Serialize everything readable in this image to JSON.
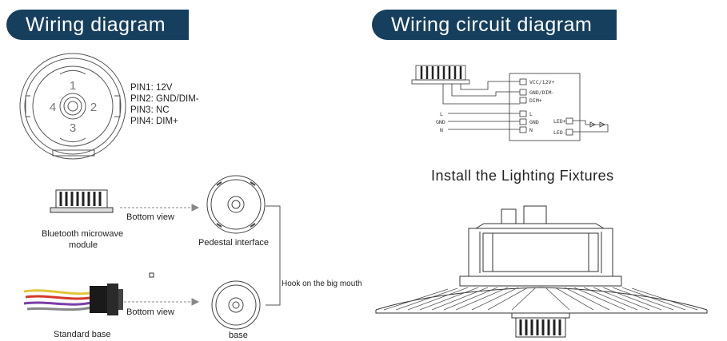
{
  "headers": {
    "left": "Wiring diagram",
    "right": "Wiring circuit diagram"
  },
  "pins": [
    "PIN1: 12V",
    "PIN2: GND/DIM-",
    "PIN3: NC",
    "PIN4: DIM+"
  ],
  "connector_numbers": [
    "1",
    "2",
    "3",
    "4"
  ],
  "labels": {
    "bottom_view_1": "Bottom view",
    "bottom_view_2": "Bottom view",
    "bluetooth_module": "Bluetooth microwave",
    "bluetooth_module_2": "module",
    "pedestal": "Pedestal interface",
    "hook": "Hook on the big mouth",
    "standard_base": "Standard base",
    "base": "base"
  },
  "circuit": {
    "vcc": "VCC/12V+",
    "gnd_dim": "GND/DIM-",
    "dim": "DIM+",
    "l": "L",
    "gnd": "GND",
    "n": "N",
    "l2": "L",
    "gnd2": "GND",
    "n2": "N",
    "led_plus": "LED+",
    "led_minus": "LED-"
  },
  "install_title": "Install the Lighting Fixtures",
  "colors": {
    "header_bg": "#163f5e",
    "header_text": "#ffffff"
  }
}
